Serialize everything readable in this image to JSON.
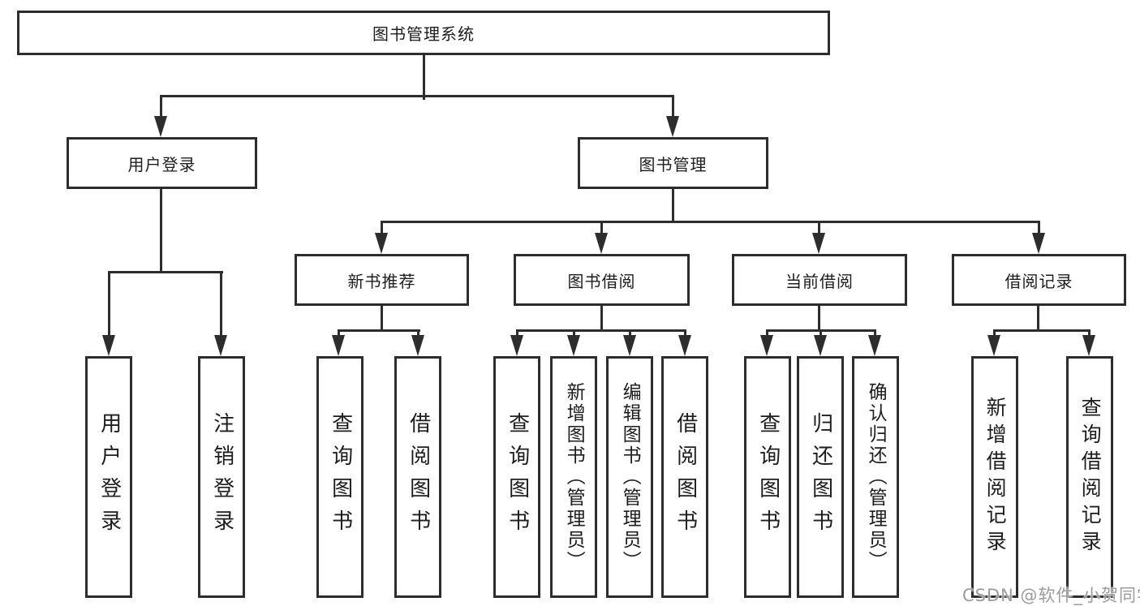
{
  "tree": {
    "root": {
      "label": "图书管理系统"
    },
    "user_branch": {
      "label": "用户登录",
      "children": [
        {
          "label": "用户登录"
        },
        {
          "label": "注销登录"
        }
      ]
    },
    "book_branch": {
      "label": "图书管理",
      "groups": [
        {
          "label": "新书推荐",
          "children": [
            {
              "label": "查询图书"
            },
            {
              "label": "借阅图书"
            }
          ]
        },
        {
          "label": "图书借阅",
          "children": [
            {
              "label": "查询图书"
            },
            {
              "label": "新增图书（管理员）"
            },
            {
              "label": "编辑图书（管理员）"
            },
            {
              "label": "借阅图书"
            }
          ]
        },
        {
          "label": "当前借阅",
          "children": [
            {
              "label": "查询图书"
            },
            {
              "label": "归还图书"
            },
            {
              "label": "确认归还（管理员）"
            }
          ]
        },
        {
          "label": "借阅记录",
          "children": [
            {
              "label": "新增借阅记录"
            },
            {
              "label": "查询借阅记录"
            }
          ]
        }
      ]
    }
  },
  "watermark": {
    "text": "CSDN @软件_小贺同学"
  },
  "colors": {
    "line": "#2d2d2d",
    "text": "#1d1d1d",
    "watermark": "#9b9b9b",
    "background": "#ffffff"
  }
}
